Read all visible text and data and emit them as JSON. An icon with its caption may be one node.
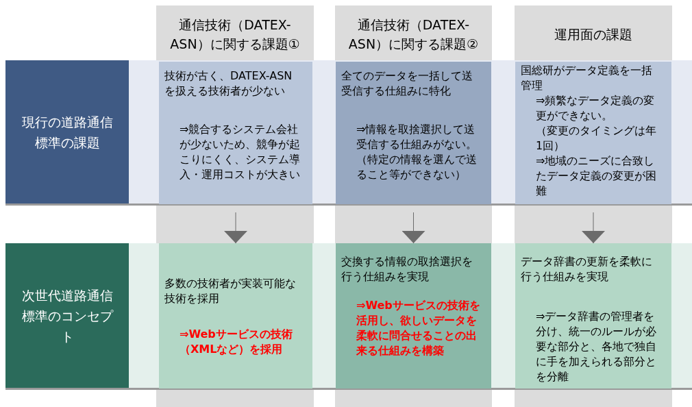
{
  "diagram": {
    "nodes": [
      {
        "text": [
          "通信技術（DATEX-ASN）に関する課題①"
        ]
      },
      {
        "text": [
          "通信技術（DATEX-ASN）に関する課題②"
        ]
      },
      {
        "text": [
          "運用面の課題"
        ]
      },
      {
        "text": [
          "現行の道路通信標準の課題"
        ]
      },
      {
        "text": [
          "次世代道路通信標準のコンセプト"
        ]
      },
      {
        "text": [
          "技術が古く、DATEX-ASNを扱える技術者が少ない",
          "⇒競合するシステム会社が少ないため、競争が起こりにくく、システム導入・運用コストが大きい"
        ],
        "in": 3
      },
      {
        "text": [
          "全てのデータを一括して送受信する仕組みに特化",
          "⇒情報を取捨選択して送受信する仕組みがない。",
          "（特定の情報を選んで送ること等ができない）"
        ],
        "in": 3
      },
      {
        "text": [
          "国総研がデータ定義を一括管理",
          "⇒頻繁なデータ定義の変更ができない。",
          "（変更のタイミングは年1回）",
          "⇒地域のニーズに合致したデータ定義の変更が困難"
        ],
        "in": 3
      },
      {
        "text": [
          "多数の技術者が実装可能な技術を採用",
          "⇒Webサービスの技術（XMLなど）を採用"
        ],
        "in": 4
      },
      {
        "text": [
          "交換する情報の取捨選択を行う仕組みを実現",
          "⇒Webサービスの技術を活用し、欲しいデータを柔軟に問合せることの出来る仕組みを構築"
        ],
        "in": 4
      },
      {
        "text": [
          "データ辞書の更新を柔軟に行う仕組みを実現",
          "⇒データ辞書の管理者を分け、統一のルールが必要な部分と、各地で独自に手を加えられる部分とを分離"
        ],
        "in": 4
      }
    ],
    "edges": [
      {
        "from": 5,
        "to": 8,
        "arrow": "to"
      },
      {
        "from": 6,
        "to": 9,
        "arrow": "to"
      },
      {
        "from": 7,
        "to": 10,
        "arrow": "to"
      }
    ]
  }
}
